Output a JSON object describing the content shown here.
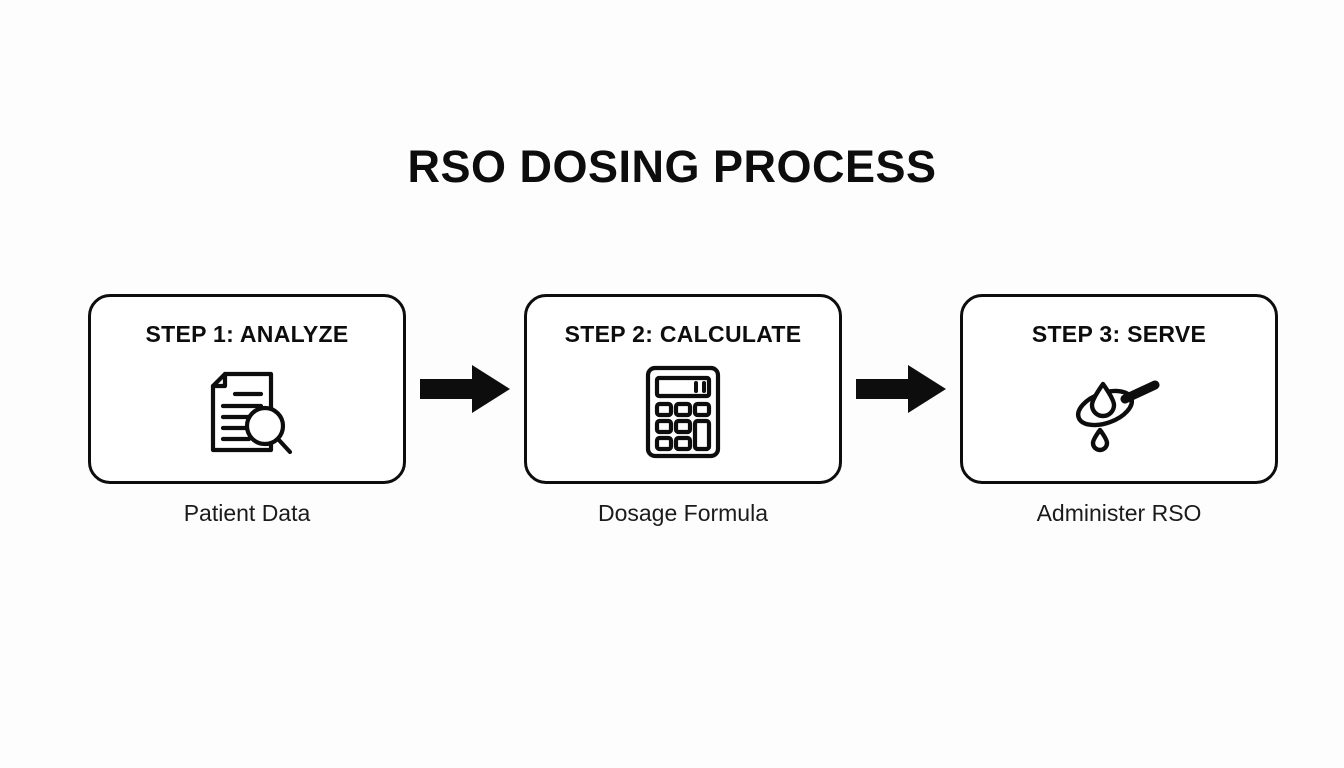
{
  "page": {
    "title": "RSO DOSING PROCESS",
    "background_color": "#fdfdfd",
    "line_color": "#0d0d0d"
  },
  "flow": {
    "steps": [
      {
        "heading": "STEP 1: ANALYZE",
        "caption": "Patient Data",
        "icon": "document-magnifier-icon"
      },
      {
        "heading": "STEP 2: CALCULATE",
        "caption": "Dosage Formula",
        "icon": "calculator-icon"
      },
      {
        "heading": "STEP 3: SERVE",
        "caption": "Administer RSO",
        "icon": "spoon-droplet-icon"
      }
    ],
    "arrows": [
      {
        "direction": "right"
      },
      {
        "direction": "right"
      }
    ]
  }
}
